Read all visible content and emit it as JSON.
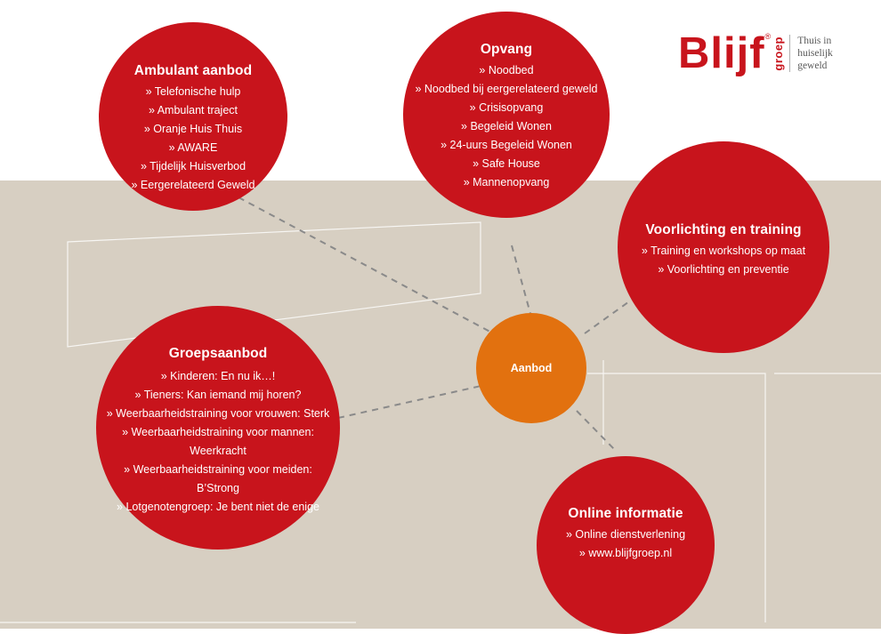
{
  "logo": {
    "wordmark": "Blijf",
    "registered": "®",
    "sub": "groep",
    "tagline": [
      "Thuis in",
      "huiselijk",
      "geweld"
    ]
  },
  "center": {
    "label": "Aanbod"
  },
  "ambulant": {
    "title": "Ambulant aanbod",
    "items": [
      "» Telefonische hulp",
      "» Ambulant traject",
      "» Oranje Huis Thuis",
      "» AWARE",
      "» Tijdelijk Huisverbod",
      "» Eergerelateerd Geweld"
    ]
  },
  "opvang": {
    "title": "Opvang",
    "items": [
      "» Noodbed",
      "» Noodbed bij eergerelateerd geweld",
      "» Crisisopvang",
      "» Begeleid Wonen",
      "» 24-uurs Begeleid Wonen",
      "» Safe House",
      "» Mannenopvang"
    ]
  },
  "voorlichting": {
    "title": "Voorlichting en training",
    "items": [
      "» Training en workshops op maat",
      "» Voorlichting en preventie"
    ]
  },
  "groep": {
    "title": "Groepsaanbod",
    "items": [
      "» Kinderen: En nu ik…!",
      "» Tieners: Kan iemand mij horen?",
      "» Weerbaarheidstraining voor vrouwen: Sterk",
      "» Weerbaarheidstraining voor mannen:",
      "Weerkracht",
      "» Weerbaarheidstraining voor meiden:",
      "B’Strong",
      "» Lotgenotengroep: Je bent niet de enige"
    ]
  },
  "online": {
    "title": "Online informatie",
    "items": [
      "» Online dienstverlening",
      "» www.blijfgroep.nl"
    ]
  },
  "colors": {
    "red": "#c8141c",
    "orange": "#e2710f",
    "background": "#d7cfc2",
    "connector": "#9a9a9a"
  }
}
